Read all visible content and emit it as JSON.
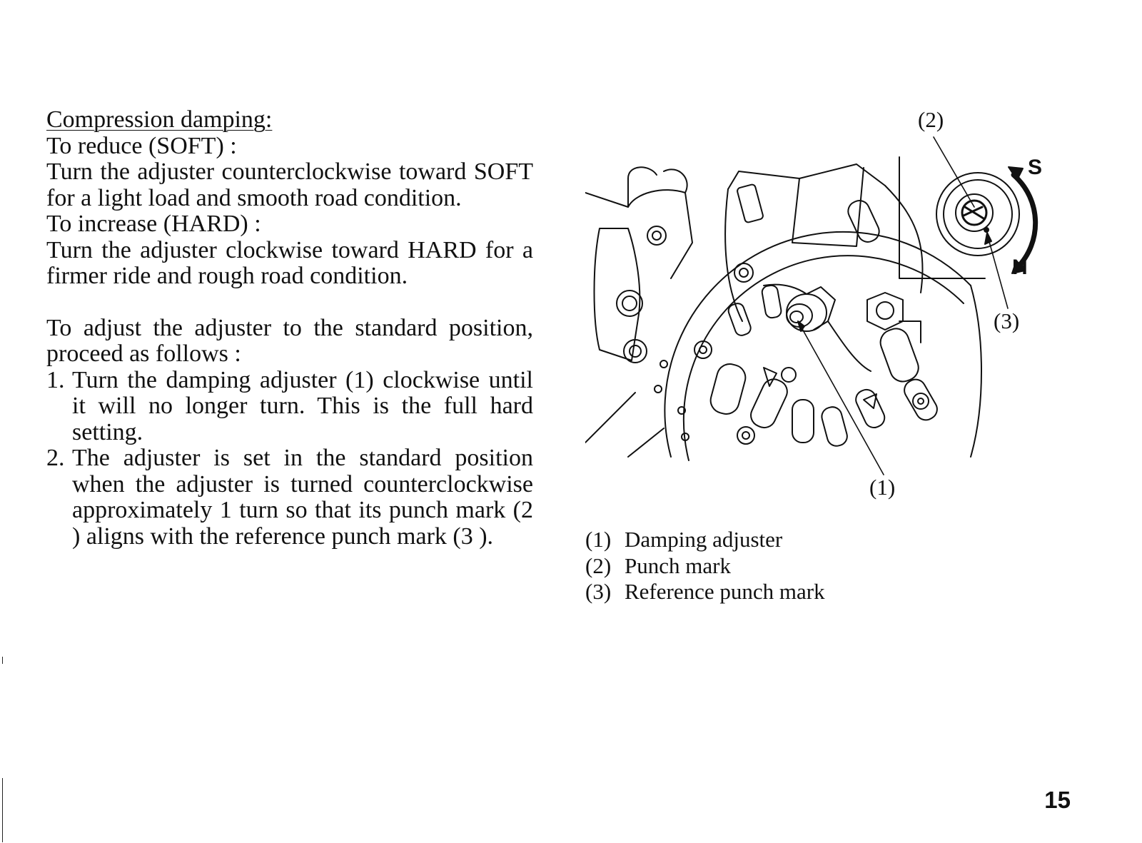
{
  "instructions": {
    "heading": "Compression damping:",
    "soft_label": "To reduce (SOFT) :",
    "soft_text": "Turn the adjuster counterclockwise toward SOFT for a light load and smooth road condition.",
    "hard_label": "To increase (HARD) :",
    "hard_text": "Turn the adjuster clockwise toward HARD for a firmer ride and rough road condition.",
    "standard_intro": "To adjust the adjuster to the standard position, proceed as follows :",
    "steps": [
      {
        "num": "1.",
        "text": "Turn the damping adjuster (1) clockwise until it will no longer turn. This is the full hard setting."
      },
      {
        "num": "2.",
        "text": "The adjuster is set in the standard position when the adjuster is turned counterclockwise approximately 1 turn so that its punch mark (2 ) aligns with the reference punch mark (3 )."
      }
    ]
  },
  "figure": {
    "callouts": {
      "c1": "(1)",
      "c2": "(2)",
      "c3": "(3)"
    },
    "direction": {
      "soft": "S",
      "hard": "H"
    }
  },
  "legend": [
    {
      "key": "(1)",
      "label": "Damping adjuster"
    },
    {
      "key": "(2)",
      "label": "Punch mark"
    },
    {
      "key": "(3)",
      "label": "Reference punch mark"
    }
  ],
  "page_number": "15"
}
